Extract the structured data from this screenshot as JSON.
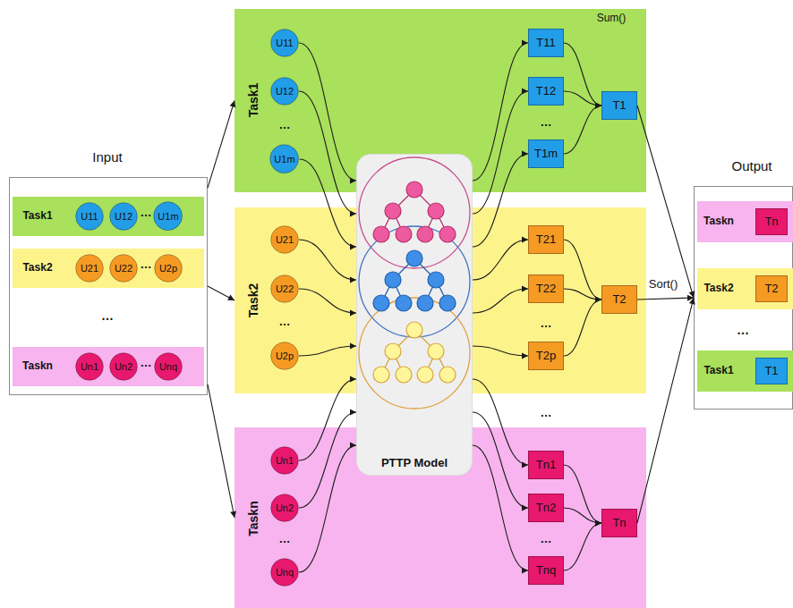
{
  "diagram": {
    "nodes": [
      {
        "text": [
          "Input",
          "…"
        ]
      },
      {
        "text": [
          "Task1",
          "…"
        ],
        "in": 0
      },
      {
        "text": [
          "U11"
        ],
        "in": 1
      },
      {
        "text": [
          "U12"
        ],
        "in": 1
      },
      {
        "text": [
          "U1m"
        ],
        "in": 1
      },
      {
        "text": [
          "Task2",
          "…"
        ],
        "in": 0
      },
      {
        "text": [
          "U21"
        ],
        "in": 5
      },
      {
        "text": [
          "U22"
        ],
        "in": 5
      },
      {
        "text": [
          "U2p"
        ],
        "in": 5
      },
      {
        "text": [
          "Taskn",
          "…"
        ],
        "in": 0
      },
      {
        "text": [
          "Un1"
        ],
        "in": 9
      },
      {
        "text": [
          "Un2"
        ],
        "in": 9
      },
      {
        "text": [
          "Unq"
        ],
        "in": 9
      },
      {
        "text": [
          "Task1",
          "…",
          "…",
          "Sum()"
        ]
      },
      {
        "text": [
          "U11"
        ],
        "in": 13
      },
      {
        "text": [
          "U12"
        ],
        "in": 13
      },
      {
        "text": [
          "U1m"
        ],
        "in": 13
      },
      {
        "text": [
          "T11"
        ],
        "in": 13
      },
      {
        "text": [
          "T12"
        ],
        "in": 13
      },
      {
        "text": [
          "T1m"
        ],
        "in": 13
      },
      {
        "text": [
          "T1"
        ],
        "in": 13
      },
      {
        "text": [
          "Task2",
          "…",
          "…"
        ]
      },
      {
        "text": [
          "U21"
        ],
        "in": 21
      },
      {
        "text": [
          "U22"
        ],
        "in": 21
      },
      {
        "text": [
          "U2p"
        ],
        "in": 21
      },
      {
        "text": [
          "T21"
        ],
        "in": 21
      },
      {
        "text": [
          "T22"
        ],
        "in": 21
      },
      {
        "text": [
          "T2p"
        ],
        "in": 21
      },
      {
        "text": [
          "T2"
        ],
        "in": 21
      },
      {
        "text": [
          "Taskn",
          "…",
          "…"
        ]
      },
      {
        "text": [
          "Un1"
        ],
        "in": 29
      },
      {
        "text": [
          "Un2"
        ],
        "in": 29
      },
      {
        "text": [
          "Unq"
        ],
        "in": 29
      },
      {
        "text": [
          "Tn1"
        ],
        "in": 29
      },
      {
        "text": [
          "Tn2"
        ],
        "in": 29
      },
      {
        "text": [
          "Tnq"
        ],
        "in": 29
      },
      {
        "text": [
          "Tn"
        ],
        "in": 29
      },
      {
        "text": [
          "PTTP Model"
        ]
      },
      {
        "text": [
          "Output",
          "…"
        ]
      },
      {
        "text": [
          "Taskn"
        ],
        "in": 38
      },
      {
        "text": [
          "Tn"
        ],
        "in": 39
      },
      {
        "text": [
          "Task2"
        ],
        "in": 38
      },
      {
        "text": [
          "T2"
        ],
        "in": 41
      },
      {
        "text": [
          "Task1"
        ],
        "in": 38
      },
      {
        "text": [
          "T1"
        ],
        "in": 43
      }
    ],
    "edges": [
      {
        "from": 0,
        "to": 13,
        "arrow": "to"
      },
      {
        "from": 0,
        "to": 21,
        "arrow": "to"
      },
      {
        "from": 0,
        "to": 29,
        "arrow": "to"
      },
      {
        "from": 14,
        "to": 37,
        "arrow": "to"
      },
      {
        "from": 15,
        "to": 37,
        "arrow": "to"
      },
      {
        "from": 16,
        "to": 37,
        "arrow": "to"
      },
      {
        "from": 22,
        "to": 37,
        "arrow": "to"
      },
      {
        "from": 23,
        "to": 37,
        "arrow": "to"
      },
      {
        "from": 24,
        "to": 37,
        "arrow": "to"
      },
      {
        "from": 30,
        "to": 37,
        "arrow": "to"
      },
      {
        "from": 31,
        "to": 37,
        "arrow": "to"
      },
      {
        "from": 32,
        "to": 37,
        "arrow": "to"
      },
      {
        "from": 37,
        "to": 17,
        "arrow": "to"
      },
      {
        "from": 37,
        "to": 18,
        "arrow": "to"
      },
      {
        "from": 37,
        "to": 19,
        "arrow": "to"
      },
      {
        "from": 37,
        "to": 25,
        "arrow": "to"
      },
      {
        "from": 37,
        "to": 26,
        "arrow": "to"
      },
      {
        "from": 37,
        "to": 27,
        "arrow": "to"
      },
      {
        "from": 37,
        "to": 33,
        "arrow": "to"
      },
      {
        "from": 37,
        "to": 34,
        "arrow": "to"
      },
      {
        "from": 37,
        "to": 35,
        "arrow": "to"
      },
      {
        "from": 17,
        "to": 20,
        "arrow": "to"
      },
      {
        "from": 18,
        "to": 20,
        "arrow": "to"
      },
      {
        "from": 19,
        "to": 20,
        "arrow": "to"
      },
      {
        "from": 25,
        "to": 28,
        "arrow": "to"
      },
      {
        "from": 26,
        "to": 28,
        "arrow": "to"
      },
      {
        "from": 27,
        "to": 28,
        "arrow": "to"
      },
      {
        "from": 33,
        "to": 36,
        "arrow": "to"
      },
      {
        "from": 34,
        "to": 36,
        "arrow": "to"
      },
      {
        "from": 35,
        "to": 36,
        "arrow": "to"
      },
      {
        "from": 20,
        "to": 38,
        "arrow": "to"
      },
      {
        "from": 28,
        "to": 38,
        "label": "Sort()",
        "arrow": "to"
      },
      {
        "from": 36,
        "to": 38,
        "arrow": "to"
      }
    ],
    "labels": [
      "…"
    ]
  }
}
